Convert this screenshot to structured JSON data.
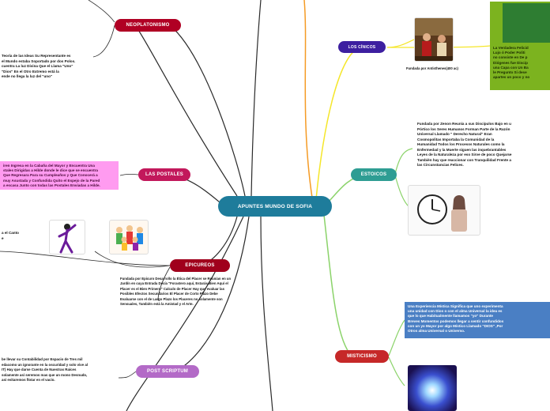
{
  "central": {
    "label": "APUNTES MUNDO DE SOFIA"
  },
  "topics": {
    "neoplatonismo": {
      "label": "NEOPLATONISMO",
      "text": [
        "Teoría de las Ideas Su Representante es",
        "el Mundo estaba Soportado por dos Polos.",
        "cuentra La luz Divina Que el Llama \"Uno\"",
        "\"Dios\" En el Otro Extremo está la",
        "ende no llega la luz del \"uno\""
      ]
    },
    "postales": {
      "label": "LAS POSTALES",
      "text": [
        "iren Ingresa en la Cabaña del Mayor y Encuentra Una",
        "stales Dirigidas a Hilde donde le dice que se encuentra",
        "Que Regresara Para su Cumpleaños y Que Conocerá a",
        "muy Asustada y Confundida Quito el Espejo de la Pared",
        "a escasa Junto con todas las Postales Enviadas a Hilde."
      ]
    },
    "epicureos": {
      "label": "EPICUREOS",
      "side_text": [
        "a el Canto",
        "e"
      ],
      "text": [
        "Fundada por Epicuro Desarrollo la Ética del Placer se Reunían en un",
        "Jardín en cuya Entrada Decía \"Forastero aquí, Estarás Bien Aquí el",
        "Placer es el Bien Primero\" Calculo de Placer Hay que evaluar las",
        "Posibles Efectos Secundarios El Placer de Corto Plazo Debe",
        "Evaluarse con el de Largo Plazo los Placeres no solamente son",
        "Sensuales, También está la Amistad y el Arte."
      ]
    },
    "post_scriptum": {
      "label": "POST SCRIPTUM",
      "text": [
        "be llevar su Contabilidad por Espacio de Tres mil",
        "edacomo un ignorante en la oscuridad y solo vive al",
        "IT) Hay que darse Cuenta de Nuestras Raíces",
        "solamente así seremos mas que un mono Desnudo,",
        "así evitaremos flotar en el vacío."
      ]
    },
    "cinicos": {
      "label": "LOS CÍNICOS",
      "caption": "Fundada por Antisthenes(400 ac)",
      "box_text": [
        "La Verdadera Felicid",
        "Lujo ó Poder Politi",
        "no consiste en De p",
        "Diógenes fue Discip",
        "una Capa con Un Ba",
        "le Pregunto Si dese",
        "apartes un poco y no"
      ]
    },
    "estoicos": {
      "label": "ESTOICOS",
      "text": [
        "Fundada por Zenon Reunía a sus Discípulos Bajo en u",
        "Pórtico los Seres Humanos Forman Parte de la Razón",
        "Universal Llamado \" Derecho Natural\" Eran",
        "Cosmopolitas Importaba la Comunidad de la",
        "Humanidad Todos los Procesos Naturales como la",
        "Enfermedad y la Muerte siguen las inquebrantables",
        "Leyes de la Naturaleza por eso Sirve de poco Quejarse",
        "También hay que reaccionar con Tranquilidad Frente a",
        "las Circunstancias Felices."
      ]
    },
    "misticismo": {
      "label": "MISTICISMO",
      "text": [
        "Una Experiencia Mística Significa que uno experimenta",
        "una unidad con Dios o con el alma Universal la idea es",
        "que lo que Habitualmente llamamos \"yo\" Durante",
        "Breves Momentos podemos llegar a sentir confundidos",
        "con un yo Mayor por algo Místico Llamado \"DIOS\" ,Por",
        "Otros alma Universal o Universo."
      ]
    }
  },
  "colors": {
    "central": "#1e7c9b",
    "neoplatonismo": "#b00024",
    "postales": "#c2185b",
    "epicureos": "#a0001c",
    "post_scriptum": "#b36ac7",
    "cinicos": "#3d1fa0",
    "estoicos": "#2e9d93",
    "misticismo": "#c62828",
    "cinicos_box": "#7cb31f",
    "postales_box": "#ff9bf0",
    "misticismo_box": "#4a7fc4",
    "branch_yellow": "#f5e62a",
    "branch_green": "#8bd36a",
    "branch_orange": "#f59b25",
    "branch_dark": "#2a2a2a"
  },
  "icons": [
    "flower-image",
    "clock-image",
    "cosmic-image",
    "painting-image",
    "dancer-image",
    "group-image"
  ]
}
